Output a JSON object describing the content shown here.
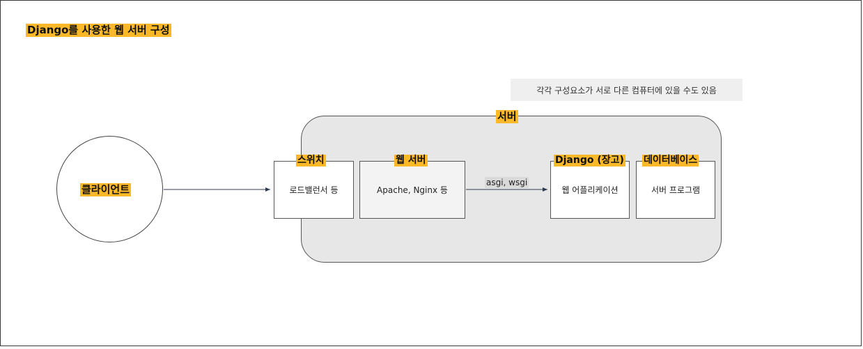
{
  "title": "Django를 사용한 웹 서버 구성",
  "note": "각각 구성요소가 서로 다른 컴퓨터에 있을 수도 있음",
  "server": {
    "label": "서버"
  },
  "client": {
    "label": "클라이언트"
  },
  "switch": {
    "title": "스위치",
    "content": "로드밸런서 등"
  },
  "web_server": {
    "title": "웹 서버",
    "content": "Apache, Nginx 등"
  },
  "django": {
    "title": "Django (장고)",
    "content": "웹 어플리케이션"
  },
  "database": {
    "title": "데이터베이스",
    "content": "서버 프로그램"
  },
  "connector": {
    "label": "asgi, wsgi"
  },
  "colors": {
    "highlight": "#fbb829",
    "server_fill": "#e7e7e7",
    "note_fill": "#efefef",
    "arrow": "#2f3b52"
  }
}
